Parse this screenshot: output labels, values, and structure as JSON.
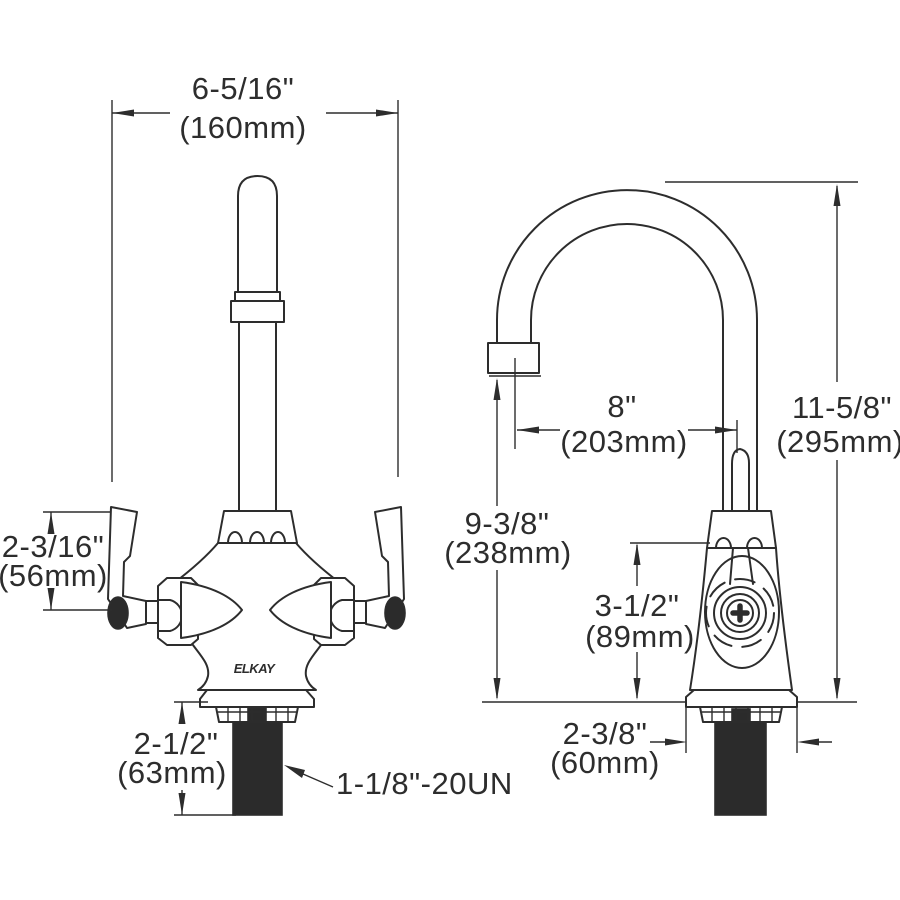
{
  "brand_label": "ELKAY",
  "dimensions": {
    "spout_spread": {
      "inches": "6-5/16\"",
      "metric": "(160mm)"
    },
    "handle_height": {
      "inches": "2-3/16\"",
      "metric": "(56mm)"
    },
    "shank_length": {
      "inches": "2-1/2\"",
      "metric": "(63mm)"
    },
    "shank_thread": "1-1/8\"-20UN",
    "spout_reach": {
      "inches": "8\"",
      "metric": "(203mm)"
    },
    "overall_height": {
      "inches": "11-5/8\"",
      "metric": "(295mm)"
    },
    "spout_outlet_height": {
      "inches": "9-3/8\"",
      "metric": "(238mm)"
    },
    "body_height": {
      "inches": "3-1/2\"",
      "metric": "(89mm)"
    },
    "base_width": {
      "inches": "2-3/8\"",
      "metric": "(60mm)"
    }
  },
  "colors": {
    "line": "#2d2d2d",
    "background": "#ffffff",
    "shank_fill": "#2b2b2b"
  }
}
